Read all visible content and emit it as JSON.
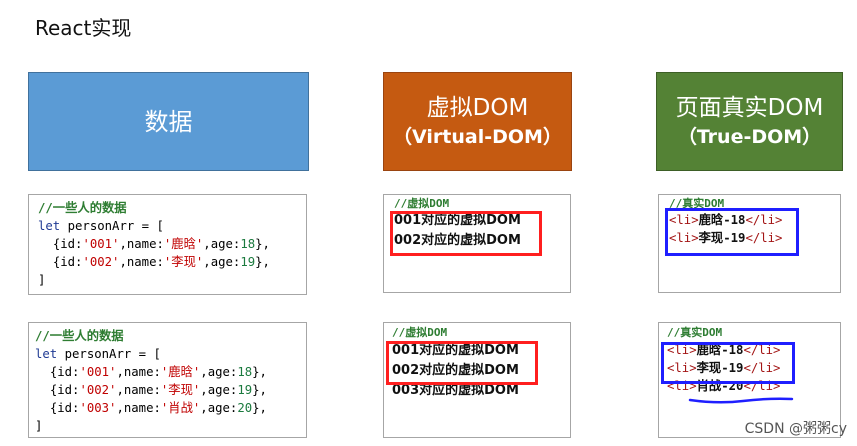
{
  "title": "React实现",
  "headers": {
    "data": {
      "line1": "数据"
    },
    "vdom": {
      "line1": "虚拟DOM",
      "line2": "（Virtual-DOM）"
    },
    "rdom": {
      "line1": "页面真实DOM",
      "line2": "（True-DOM）"
    }
  },
  "code1": {
    "comment": "//一些人的数据",
    "let_kw": "let",
    "decl": " personArr = [",
    "rows": [
      {
        "id": "'001'",
        "name": "'鹿晗'",
        "age": "18",
        "end": "},"
      },
      {
        "id": "'002'",
        "name": "'李现'",
        "age": "19",
        "end": "},"
      }
    ],
    "close": "]"
  },
  "code2": {
    "comment": "//一些人的数据",
    "let_kw": "let",
    "decl": " personArr = [",
    "rows": [
      {
        "id": "'001'",
        "name": "'鹿晗'",
        "age": "18",
        "end": "},"
      },
      {
        "id": "'002'",
        "name": "'李现'",
        "age": "19",
        "end": "},"
      },
      {
        "id": "'003'",
        "name": "'肖战'",
        "age": "20",
        "end": "},"
      }
    ],
    "close": "]"
  },
  "code_tokens": {
    "open": "{id:",
    "name_key": ",name:",
    "age_key": ",age:"
  },
  "vdom1": {
    "comment": "//虚拟DOM",
    "items": [
      "001对应的虚拟DOM",
      "002对应的虚拟DOM"
    ]
  },
  "vdom2": {
    "comment": "//虚拟DOM",
    "items": [
      "001对应的虚拟DOM",
      "002对应的虚拟DOM",
      "003对应的虚拟DOM"
    ]
  },
  "rdom1": {
    "comment": "//真实DOM",
    "items": [
      {
        "open": "<li>",
        "text": "鹿晗-18",
        "close": "</li>"
      },
      {
        "open": "<li>",
        "text": "李现-19",
        "close": "</li>"
      }
    ]
  },
  "rdom2": {
    "comment": "//真实DOM",
    "items": [
      {
        "open": "<li>",
        "text": "鹿晗-18",
        "close": "</li>"
      },
      {
        "open": "<li>",
        "text": "李现-19",
        "close": "</li>"
      },
      {
        "open": "<li>",
        "text": "肖战-20",
        "close": "</li>"
      }
    ]
  },
  "watermark": "CSDN @粥粥cy",
  "colors": {
    "red_highlight": "#ff1f1f",
    "blue_highlight": "#1f1fff",
    "blue_underline": "#1f1fff"
  }
}
